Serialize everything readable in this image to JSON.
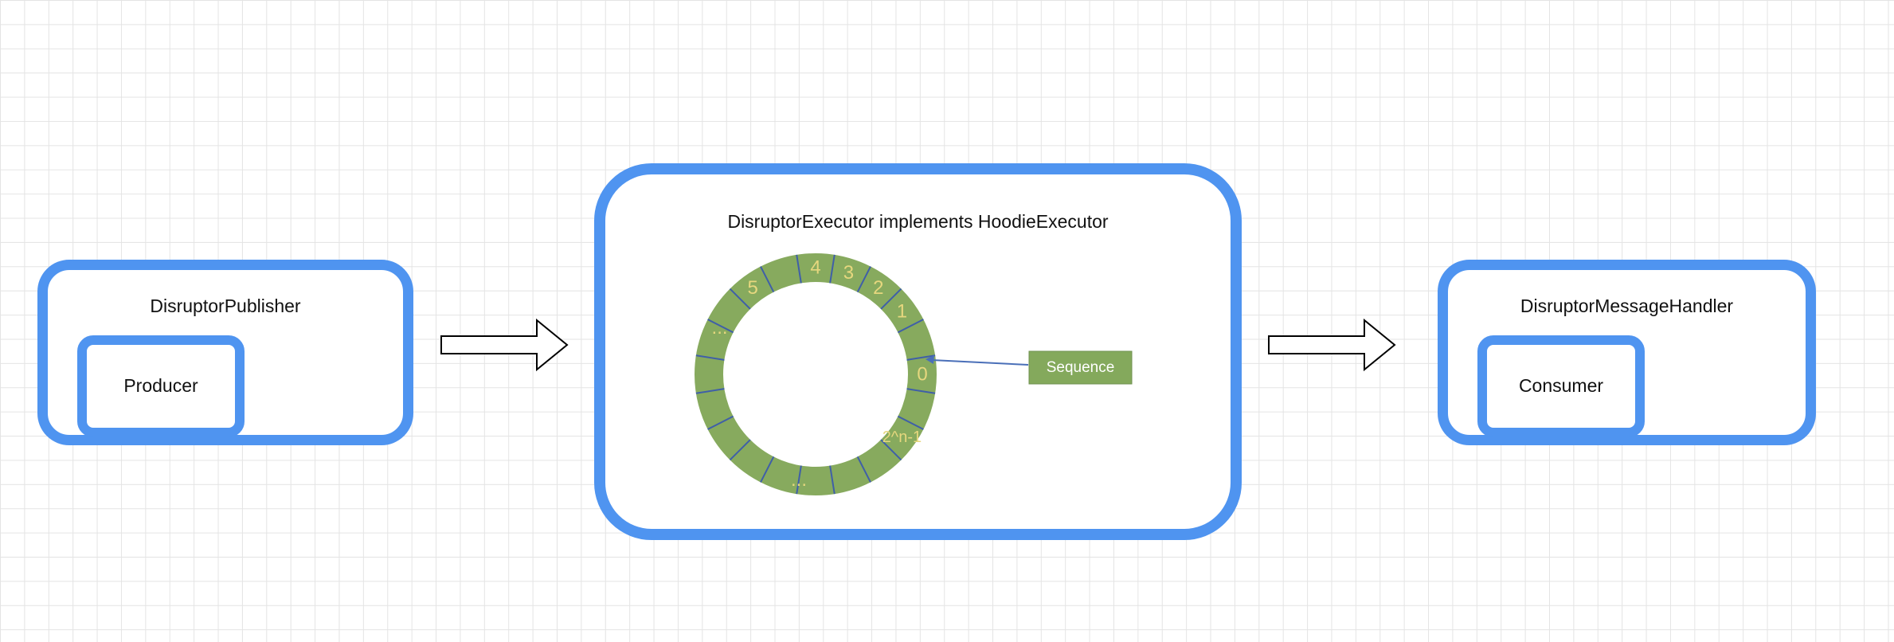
{
  "publisher": {
    "title": "DisruptorPublisher",
    "inner_label": "Producer"
  },
  "executor": {
    "title": "DisruptorExecutor implements HoodieExecutor",
    "ring": {
      "segment_labels": [
        "5",
        "4",
        "3",
        "2",
        "1",
        "0",
        "...",
        "2^n-1",
        "..."
      ],
      "sequence_label": "Sequence"
    }
  },
  "handler": {
    "title": "DisruptorMessageHandler",
    "inner_label": "Consumer"
  },
  "colors": {
    "box_border": "#4f94f0",
    "ring_fill": "#87aa5e",
    "ring_divider": "#3f5fa8",
    "ring_text": "#e6d77e",
    "sequence_fill": "#84a95c",
    "sequence_text": "#ffffff",
    "pointer": "#4a6fb8"
  }
}
